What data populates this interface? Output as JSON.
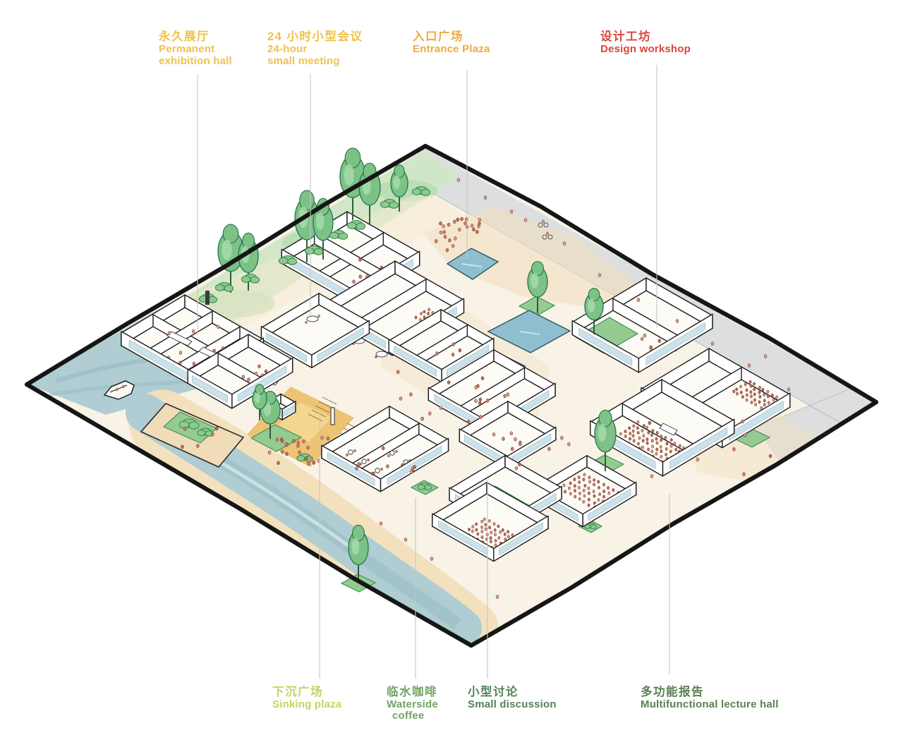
{
  "annotations": {
    "top": [
      {
        "id": "permanent-exhibition-hall",
        "cn": "永久展厅",
        "en": [
          "Permanent",
          "exhibition hall"
        ],
        "color": "#F0C24B"
      },
      {
        "id": "24h-small-meeting",
        "cn": "24 小时小型会议",
        "en": [
          "24-hour",
          "small meeting"
        ],
        "color": "#F0C24B"
      },
      {
        "id": "entrance-plaza",
        "cn": "入口广场",
        "en": [
          "Entrance Plaza"
        ],
        "color": "#F3A93C"
      },
      {
        "id": "design-workshop",
        "cn": "设计工坊",
        "en": [
          "Design workshop"
        ],
        "color": "#D9473D"
      }
    ],
    "bottom": [
      {
        "id": "sinking-plaza",
        "cn": "下沉广场",
        "en": [
          "Sinking plaza"
        ],
        "color": "#C3D45F"
      },
      {
        "id": "waterside-coffee",
        "cn": "临水咖啡",
        "en": [
          "Waterside",
          "coffee"
        ],
        "color": "#74A465"
      },
      {
        "id": "small-discussion",
        "cn": "小型讨论",
        "en": [
          "Small discussion"
        ],
        "color": "#55825B"
      },
      {
        "id": "multifunctional-lecture-hall",
        "cn": "多功能报告",
        "en": [
          "Multifunctional lecture hall"
        ],
        "color": "#5C7F55"
      }
    ]
  },
  "palette": {
    "ground": "#F8F2E7",
    "water": "#AFCDD2",
    "water_deep": "#9CC2C8",
    "sand": "#F2DFBC",
    "road": "#DCDEDF",
    "lawn": "#93CB90",
    "tree": "#7CC287",
    "tree_dark": "#2F7A4C",
    "plaza_orange": "#ECC06E",
    "pool": "#8FBFCE",
    "pool_edge": "#2B5563",
    "people": "#CE7F6B",
    "outline": "#1D1D1D",
    "window": "#CBE2EA",
    "leader": "#C6C6C6"
  }
}
